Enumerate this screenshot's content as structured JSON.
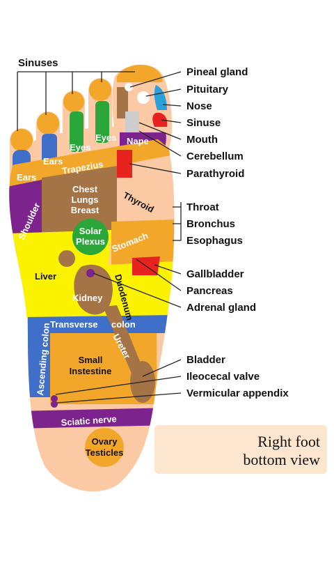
{
  "labels_top": {
    "sinuses": "Sinuses"
  },
  "labels_right": {
    "pineal_gland": "Pineal gland",
    "pituitary": "Pituitary",
    "nose": "Nose",
    "sinuse": "Sinuse",
    "mouth": "Mouth",
    "cerebellum": "Cerebellum",
    "parathyroid": "Parathyroid",
    "throat": "Throat",
    "bronchus": "Bronchus",
    "esophagus": "Esophagus",
    "gallbladder": "Gallbladder",
    "pancreas": "Pancreas",
    "adrenal_gland": "Adrenal gland",
    "bladder": "Bladder",
    "ileocecal_valve": "Ileocecal valve",
    "vermicular_appendix": "Vermicular appendix"
  },
  "zones": {
    "ears_1": "Ears",
    "ears_2": "Ears",
    "eyes_1": "Eyes",
    "eyes_2": "Eyes",
    "nape": "Nape",
    "trapezius": "Trapezius",
    "chest": "Chest",
    "lungs": "Lungs",
    "breast": "Breast",
    "shoulder": "Shoulder",
    "solar": "Solar",
    "plexus": "Plexus",
    "thyroid": "Thyroid",
    "stomach": "Stomach",
    "liver": "Liver",
    "kidney": "Kidney",
    "duodenum": "Duodenum",
    "transverse": "Transverse",
    "colon": "colon",
    "ascending_colon": "Ascending colon",
    "ureter": "Ureter",
    "small": "Small",
    "instestine": "Instestine",
    "sciatic_nerve": "Sciatic nerve",
    "ovary": "Ovary",
    "testicles": "Testicles"
  },
  "caption": {
    "line1": "Right foot",
    "line2": "bottom view"
  },
  "colors": {
    "skin": "#fbc9a4",
    "orange": "#f3a72a",
    "blue": "#3f6fc8",
    "green": "#2aa63a",
    "purple": "#7d238e",
    "brown": "#a47446",
    "yellow": "#fbf200",
    "red": "#e8231f",
    "caption_bg": "#fde6cf"
  }
}
